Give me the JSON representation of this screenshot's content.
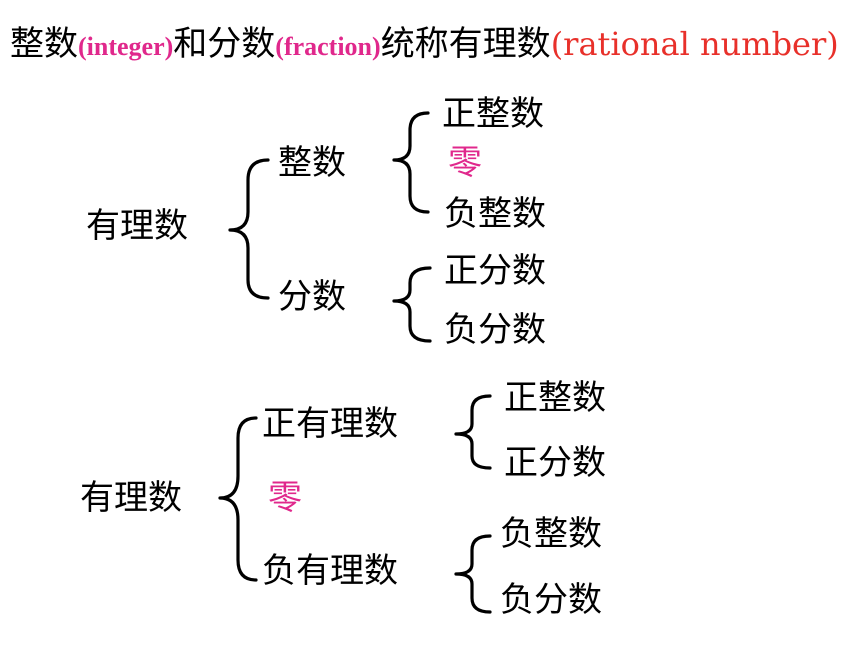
{
  "title": {
    "part1": "整数",
    "part1_en": "(integer)",
    "part2": "和分数",
    "part2_en": "(fraction)",
    "part3": "统称有理数",
    "part3_en": "(rational number)"
  },
  "tree1": {
    "root": "有理数",
    "branch_integer": "整数",
    "leaf_pos_int": "正整数",
    "leaf_zero": "零",
    "leaf_neg_int": "负整数",
    "branch_fraction": "分数",
    "leaf_pos_frac": "正分数",
    "leaf_neg_frac": "负分数"
  },
  "tree2": {
    "root": "有理数",
    "branch_pos": "正有理数",
    "leaf_pos_int": "正整数",
    "leaf_pos_frac": "正分数",
    "zero": "零",
    "branch_neg": "负有理数",
    "leaf_neg_int": "负整数",
    "leaf_neg_frac": "负分数"
  },
  "colors": {
    "accent_pink": "#e0288c",
    "accent_red": "#e8302a"
  }
}
